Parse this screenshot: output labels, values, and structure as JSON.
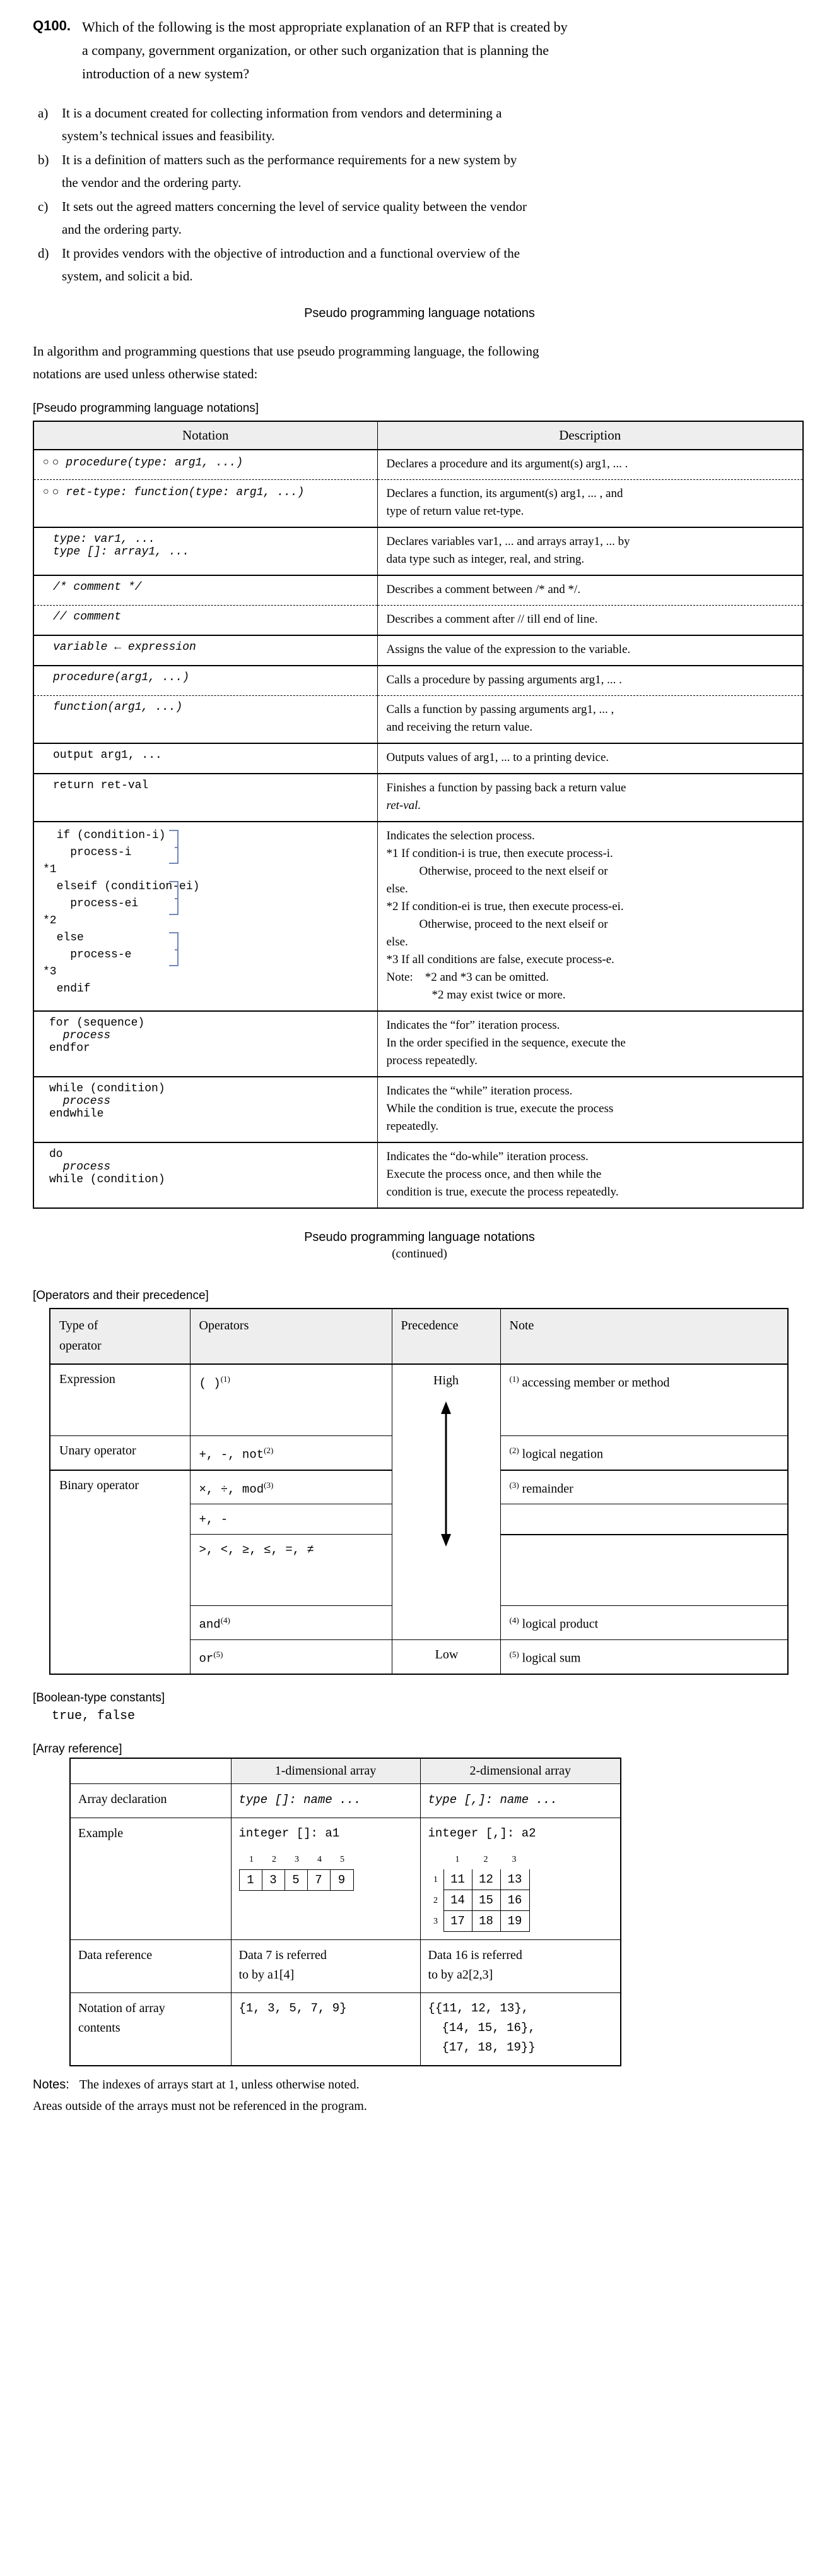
{
  "question": {
    "number": "Q100.",
    "lines": [
      "Which of the following is the most appropriate explanation of an RFP that is created by",
      "a company, government organization, or other such organization that is planning the",
      "introduction of a new system?"
    ],
    "options": [
      {
        "label": "a)",
        "lines": [
          "It is a document created for collecting information from vendors and determining a",
          "system’s technical issues and feasibility."
        ]
      },
      {
        "label": "b)",
        "lines": [
          "It is a definition of matters such as the performance requirements for a new system by",
          "the vendor and the ordering party."
        ]
      },
      {
        "label": "c)",
        "lines": [
          "It sets out the agreed matters concerning the level of service quality between the vendor",
          "and the ordering party."
        ]
      },
      {
        "label": "d)",
        "lines": [
          "It provides vendors with the objective of introduction and a functional overview of the",
          "system, and solicit a bid."
        ]
      }
    ]
  },
  "section1": {
    "title": "Pseudo programming language notations",
    "intro_lines": [
      "In algorithm and programming questions that use pseudo programming language, the following",
      "notations are used unless otherwise stated:"
    ],
    "bracket_heading": "[Pseudo programming language notations]",
    "table": {
      "headers": [
        "Notation",
        "Description"
      ],
      "rows": [
        {
          "group": true,
          "notation_lines": [
            "○ procedure(type: arg1, ...)"
          ],
          "description_lines": [
            "Declares a procedure and its argument(s) arg1, ... ."
          ]
        },
        {
          "group": false,
          "notation_lines": [
            "○ ret-type: function(type: arg1, ...)"
          ],
          "description_lines": [
            "Declares a function, its argument(s) arg1, ... , and",
            "type of return value ret-type."
          ]
        },
        {
          "group": true,
          "notation_lines": [
            "type: var1, ...",
            "type []: array1, ..."
          ],
          "description_lines": [
            "Declares variables var1, ... and arrays array1, ... by",
            "data type such as integer, real, and string."
          ]
        },
        {
          "group": true,
          "notation_lines": [
            "/* comment */"
          ],
          "description_lines": [
            "Describes a comment between /* and */."
          ]
        },
        {
          "group": false,
          "notation_lines": [
            "// comment"
          ],
          "description_lines": [
            "Describes a comment after // till end of line."
          ]
        },
        {
          "group": true,
          "notation_lines": [
            "variable ← expression"
          ],
          "description_lines": [
            "Assigns the value of the expression to the variable."
          ]
        },
        {
          "group": true,
          "notation_lines": [
            "procedure(arg1, ...)"
          ],
          "description_lines": [
            "Calls a procedure by passing arguments arg1, ... ."
          ]
        },
        {
          "group": false,
          "notation_lines": [
            "function(arg1, ...)"
          ],
          "description_lines": [
            "Calls a function by passing arguments arg1, ... ,",
            "and receiving the return value."
          ]
        },
        {
          "group": true,
          "notation_lines": [
            "output arg1, ..."
          ],
          "description_lines": [
            "Outputs values of arg1, ... to a printing device."
          ]
        },
        {
          "group": true,
          "notation_lines": [
            "return ret-val"
          ],
          "description_lines": [
            "Finishes a function by passing back a return value",
            "ret-val."
          ]
        }
      ],
      "if_row": {
        "code_lines": [
          "  if (condition-i)",
          "    process-i",
          "*1",
          "  elseif (condition-ei)",
          "    process-ei",
          "*2",
          "  else",
          "    process-e",
          "*3",
          "  endif"
        ],
        "description_lines": [
          "Indicates the selection process.",
          "*1 If condition-i is true, then execute process-i.",
          "Otherwise, proceed to the next elseif or",
          "else.",
          "*2 If condition-ei is true, then execute process-ei.",
          "Otherwise, proceed to the next elseif or",
          "else.",
          "*3 If all conditions are false, execute process-e.",
          "Note:    *2 and *3 can be omitted.",
          "*2 may exist twice or more."
        ]
      },
      "loop_rows": [
        {
          "notation_lines": [
            "for (sequence)",
            "  process",
            "endfor"
          ],
          "description_lines": [
            "Indicates the “for” iteration process.",
            "In the order specified in the sequence, execute the",
            "process repeatedly."
          ]
        },
        {
          "notation_lines": [
            "while (condition)",
            "  process",
            "endwhile"
          ],
          "description_lines": [
            "Indicates the “while” iteration process.",
            "While the condition is true, execute the process",
            "repeatedly."
          ]
        },
        {
          "notation_lines": [
            "do",
            "  process",
            "while (condition)"
          ],
          "description_lines": [
            "Indicates the “do-while” iteration process.",
            "Execute the process once, and then while the",
            "condition is true, execute the process repeatedly."
          ]
        }
      ]
    }
  },
  "section2": {
    "title": "Pseudo programming language notations",
    "subtitle": "(continued)",
    "bracket_heading": "[Operators and their precedence]",
    "ops_table": {
      "headers": [
        "Type of operator",
        "Operators",
        "Precedence",
        "Note"
      ],
      "rows": [
        {
          "type": "Expression",
          "operators": "( )",
          "sup": "(1)",
          "note": "accessing member or method",
          "note_sup": "(1)"
        },
        {
          "type": "Unary operator",
          "operators": "+, -, not",
          "sup": "(2)",
          "note": "logical negation",
          "note_sup": "(2)"
        },
        {
          "type": "Binary operator",
          "operators": "×, ÷, mod",
          "sup": "(3)",
          "note": "remainder",
          "note_sup": "(3)"
        },
        {
          "type": "",
          "operators": "+, -",
          "sup": "",
          "note": "",
          "note_sup": ""
        },
        {
          "type": "",
          "operators": ">, <, ≥, ≤, =, ≠",
          "sup": "",
          "note": "",
          "note_sup": ""
        },
        {
          "type": "",
          "operators": "and",
          "sup": "(4)",
          "note": "logical product",
          "note_sup": "(4)"
        },
        {
          "type": "",
          "operators": "or",
          "sup": "(5)",
          "note": "logical sum",
          "note_sup": "(5)"
        }
      ],
      "precedence_high": "High",
      "precedence_low": "Low"
    },
    "boolean_heading": "[Boolean-type constants]",
    "boolean_values": "true, false",
    "array_heading": "[Array reference]",
    "array_table": {
      "col_headers": [
        "1-dimensional array",
        "2-dimensional array"
      ],
      "row_labels": [
        "Array declaration",
        "Example",
        "Data reference",
        "Notation of array contents"
      ],
      "declaration_1d": "type []: name ...",
      "declaration_2d": "type [,]: name ...",
      "example_1d_decl": "integer []: a1",
      "example_2d_decl": "integer [,]: a2",
      "array1_index": [
        "1",
        "2",
        "3",
        "4",
        "5"
      ],
      "array1_values": [
        "1",
        "3",
        "5",
        "7",
        "9"
      ],
      "array2_col_index": [
        "1",
        "2",
        "3"
      ],
      "array2_row_index": [
        "1",
        "2",
        "3"
      ],
      "array2_values": [
        [
          "11",
          "12",
          "13"
        ],
        [
          "14",
          "15",
          "16"
        ],
        [
          "17",
          "18",
          "19"
        ]
      ],
      "data_ref_1d_lines": [
        "Data 7 is referred",
        "to by a1[4]"
      ],
      "data_ref_2d_lines": [
        "Data 16 is referred",
        "to by a2[2,3]"
      ],
      "contents_1d_lines": [
        "{1, 3, 5, 7, 9}"
      ],
      "contents_2d_lines": [
        "{{11, 12, 13},",
        "{14, 15, 16},",
        "{17, 18, 19}}"
      ]
    },
    "notes_label": "Notes:",
    "notes_lines": [
      "The indexes of arrays start at 1, unless otherwise noted.",
      "Areas outside of the arrays must not be referenced in the program."
    ]
  }
}
